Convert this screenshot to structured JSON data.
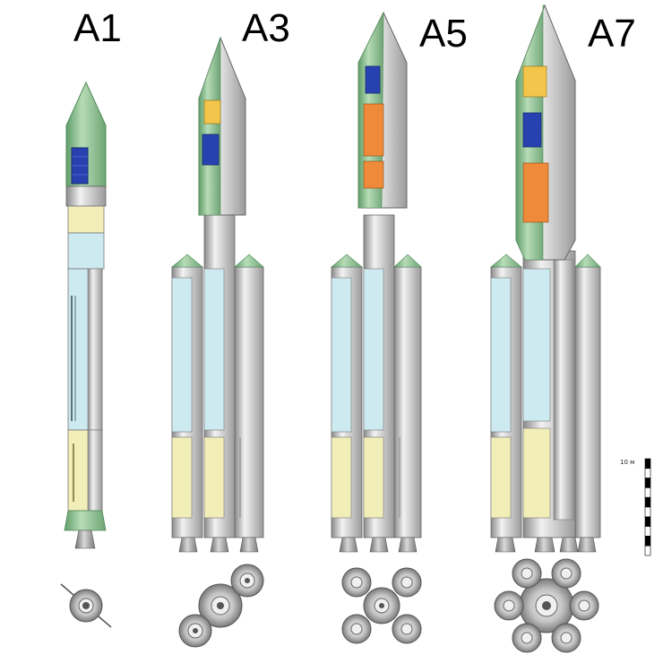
{
  "variants": [
    {
      "label": "A1"
    },
    {
      "label": "A3"
    },
    {
      "label": "A5"
    },
    {
      "label": "A7"
    }
  ],
  "scale_bar": {
    "label": "10 м",
    "segments": 10
  },
  "colors": {
    "fairing_green": "#a6cda6",
    "fairing_edge": "#4f8a57",
    "body_gray": "#d0d0d0",
    "module_cyan": "#cdeaf0",
    "module_yellow": "#f2eeb8",
    "solar_blue": "#2742b0",
    "payload_orange": "#ee8a3a",
    "payload_yellow": "#f3c54b",
    "engine_gray": "#909090"
  }
}
